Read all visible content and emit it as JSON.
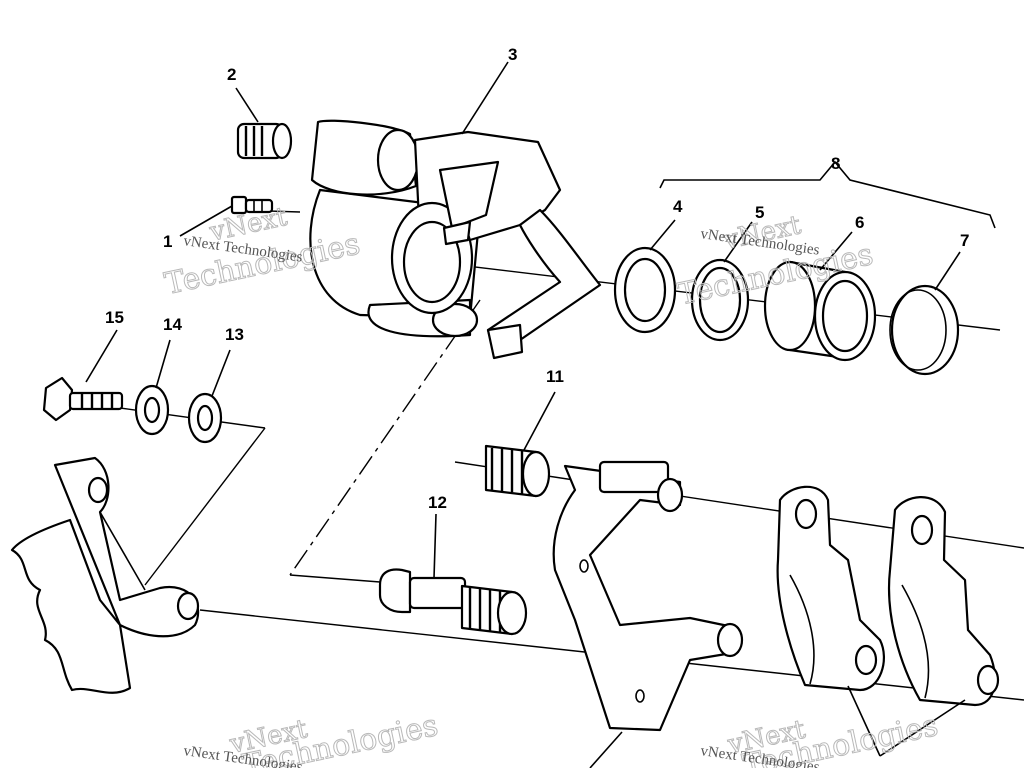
{
  "diagram": {
    "part_labels": [
      "1",
      "2",
      "3",
      "4",
      "5",
      "6",
      "7",
      "8",
      "11",
      "12",
      "13",
      "14",
      "15"
    ],
    "watermark_brand": "vNext",
    "watermark_word": "Technologies",
    "watermark_full": "vNext Technologies"
  },
  "colors": {
    "line": "#000000",
    "background": "#ffffff",
    "watermark": "#b9b9b9"
  }
}
